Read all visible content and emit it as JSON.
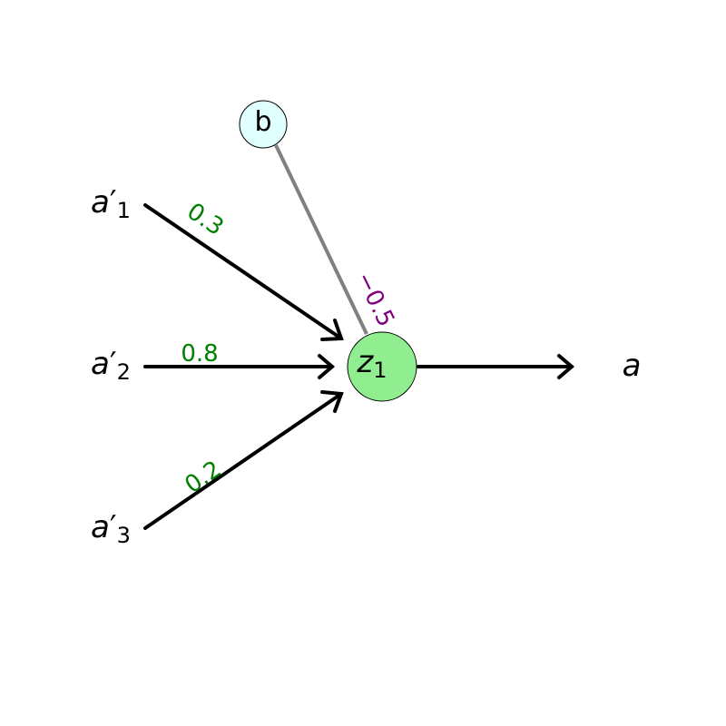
{
  "inputs": [
    {
      "base": "a",
      "prime": "′",
      "index": "1",
      "weight": "0.3"
    },
    {
      "base": "a",
      "prime": "′",
      "index": "2",
      "weight": "0.8"
    },
    {
      "base": "a",
      "prime": "′",
      "index": "3",
      "weight": "0.2"
    }
  ],
  "bias": {
    "label": "b",
    "weight": "−0.5"
  },
  "neuron": {
    "base": "z",
    "index": "1"
  },
  "output": {
    "label": "a"
  },
  "colors": {
    "weight_text": "#008000",
    "bias_weight_text": "#800080",
    "neuron_fill": "#90ee90",
    "bias_fill": "#e0ffff",
    "bias_line": "#808080",
    "arrow": "#000000"
  }
}
